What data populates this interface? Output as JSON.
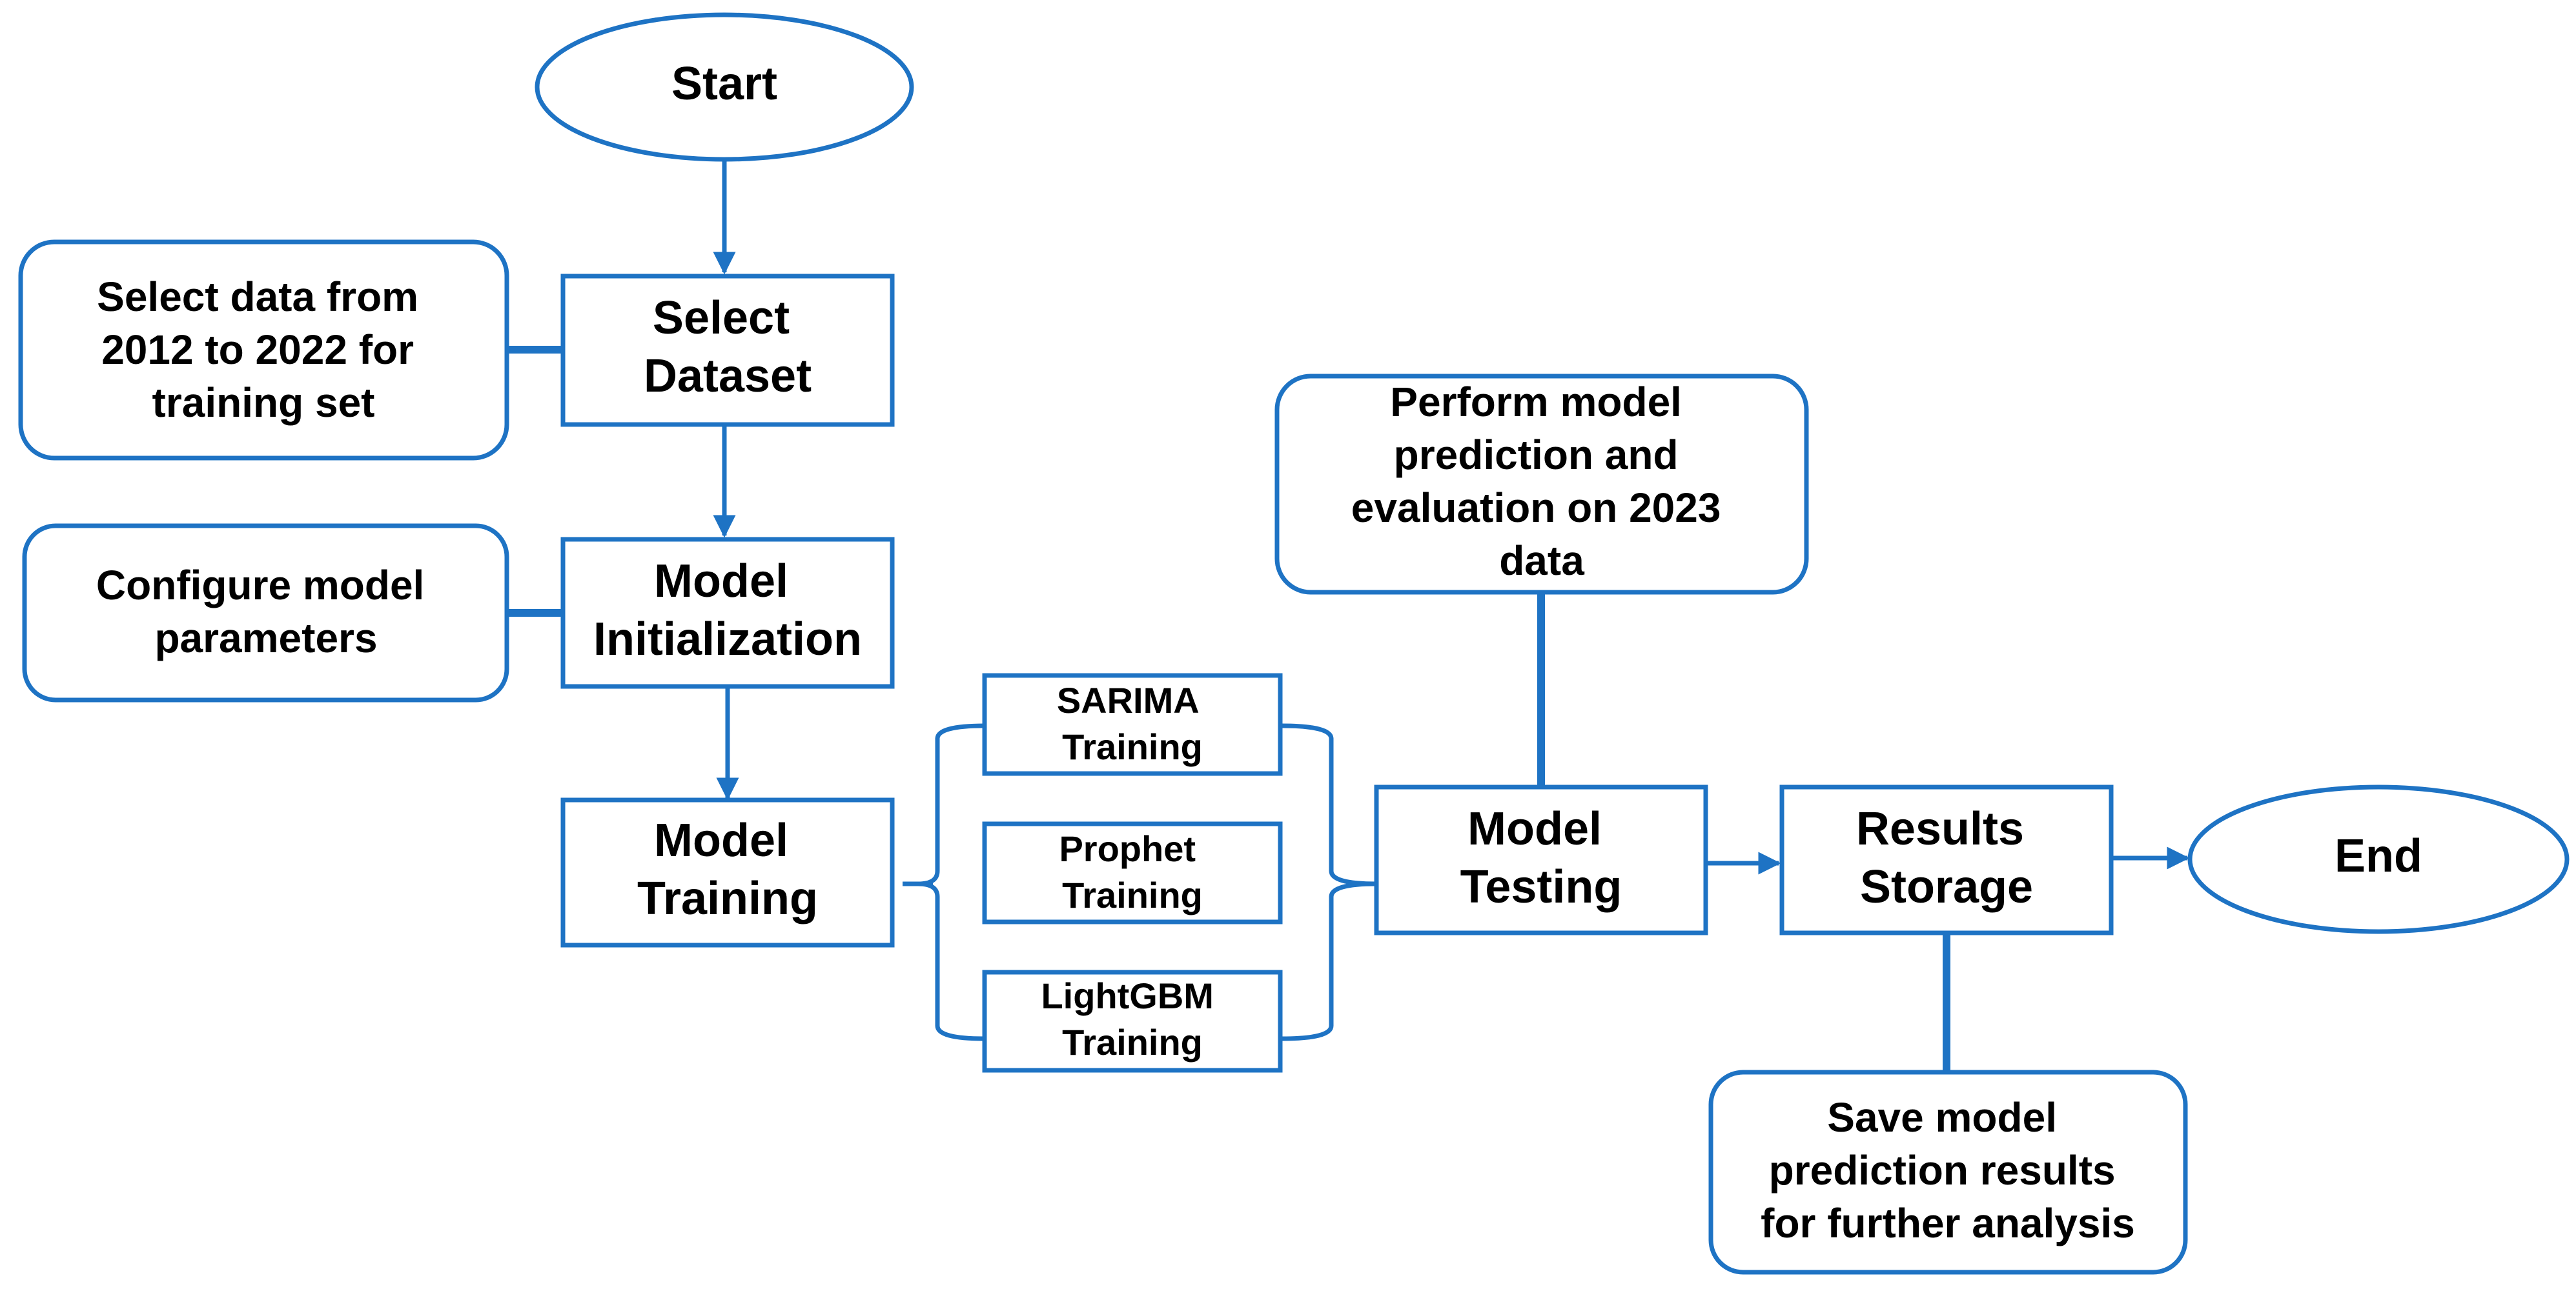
{
  "accent_color": "#1E73C4",
  "nodes": {
    "start": [
      "Start"
    ],
    "select_dataset": [
      "Select",
      "Dataset"
    ],
    "select_note": [
      "Select data from",
      "2012 to 2022 for",
      "training set"
    ],
    "model_init": [
      "Model",
      "Initialization"
    ],
    "config_note": [
      "Configure model",
      "parameters"
    ],
    "model_training": [
      "Model",
      "Training"
    ],
    "sarima": [
      "SARIMA",
      "Training"
    ],
    "prophet": [
      "Prophet",
      "Training"
    ],
    "lightgbm": [
      "LightGBM",
      "Training"
    ],
    "model_testing": [
      "Model",
      "Testing"
    ],
    "perform_note": [
      "Perform model",
      "prediction and",
      "evaluation on 2023",
      "data"
    ],
    "results_storage": [
      "Results",
      "Storage"
    ],
    "save_note": [
      "Save model",
      "prediction results",
      "for further analysis"
    ],
    "end": [
      "End"
    ]
  }
}
